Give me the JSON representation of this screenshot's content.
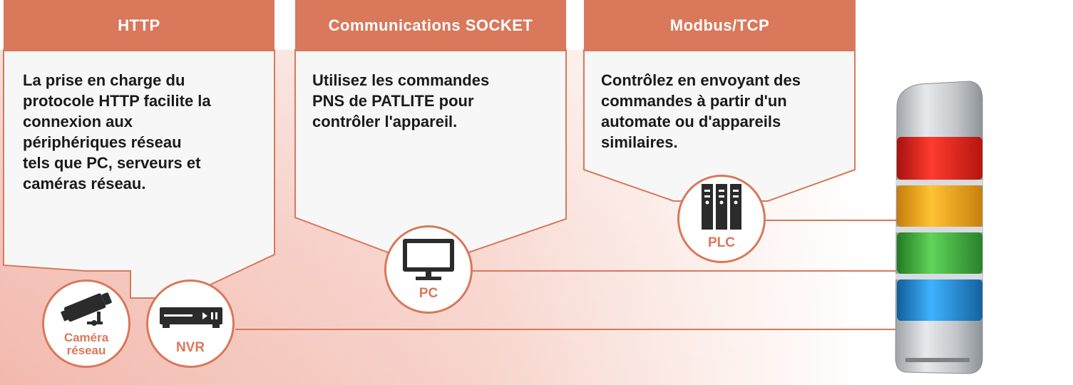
{
  "columns": [
    {
      "title": "HTTP",
      "lines": [
        "La prise en charge du",
        "protocole HTTP facilite la",
        "connexion aux",
        "périphériques réseau",
        "tels que PC, serveurs et",
        "caméras réseau."
      ]
    },
    {
      "title": "Communications SOCKET",
      "lines": [
        "Utilisez les commandes",
        "PNS de PATLITE pour",
        "contrôler l'appareil."
      ]
    },
    {
      "title": "Modbus/TCP",
      "lines": [
        "Contrôlez  en envoyant des",
        "commandes à partir d'un",
        "automate ou d'appareils",
        "similaires."
      ]
    }
  ],
  "devices": {
    "camera": {
      "label_line1": "Caméra",
      "label_line2": "réseau",
      "icon": "security-camera-icon"
    },
    "nvr": {
      "label": "NVR",
      "icon": "nvr-recorder-icon"
    },
    "pc": {
      "label": "PC",
      "icon": "monitor-icon"
    },
    "plc": {
      "label": "PLC",
      "icon": "plc-rack-icon"
    }
  },
  "signal_tower": {
    "tiers": [
      "red",
      "yellow",
      "green",
      "blue"
    ],
    "icon": "signal-tower-icon"
  },
  "colors": {
    "accent": "#d9785a",
    "card_bg": "#f7f7f7",
    "card_border": "#d9785a",
    "red": "#e8231f",
    "yellow": "#f2a81c",
    "green": "#3fae3c",
    "blue": "#1f8fd6"
  }
}
